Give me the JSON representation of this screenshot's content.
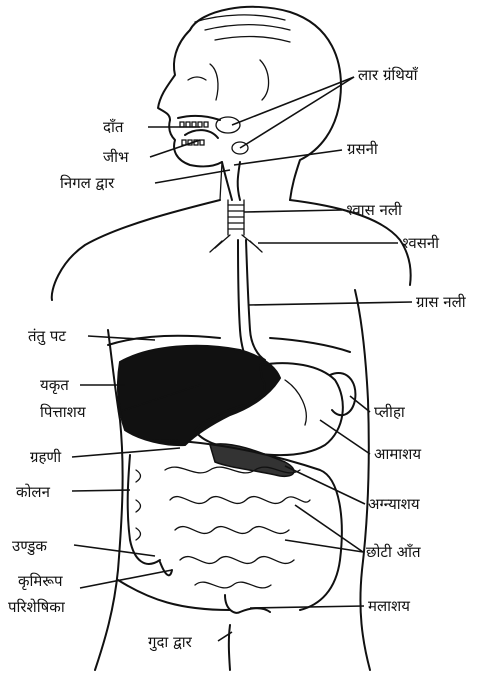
{
  "labels": {
    "salivary_glands": "लार ग्रंथियाँ",
    "teeth": "दाँत",
    "tongue": "जीभ",
    "pharynx": "ग्रसनी",
    "swallow_gate": "निगल द्वार",
    "trachea": "श्वास नली",
    "bronchi": "श्वसनी",
    "esophagus": "ग्रास नली",
    "diaphragm": "तंतु पट",
    "liver": "यकृत",
    "gallbladder": "पित्ताशय",
    "spleen": "प्लीहा",
    "stomach": "आमाशय",
    "duodenum": "ग्रहणी",
    "pancreas": "अग्न्याशय",
    "colon": "कोलन",
    "caecum": "उण्डुक",
    "small_intestine": "छोटी आँत",
    "appendix_line1": "कृमिरूप",
    "appendix_line2": "परिशेषिका",
    "rectum": "मलाशय",
    "anus": "गुदा द्वार"
  }
}
